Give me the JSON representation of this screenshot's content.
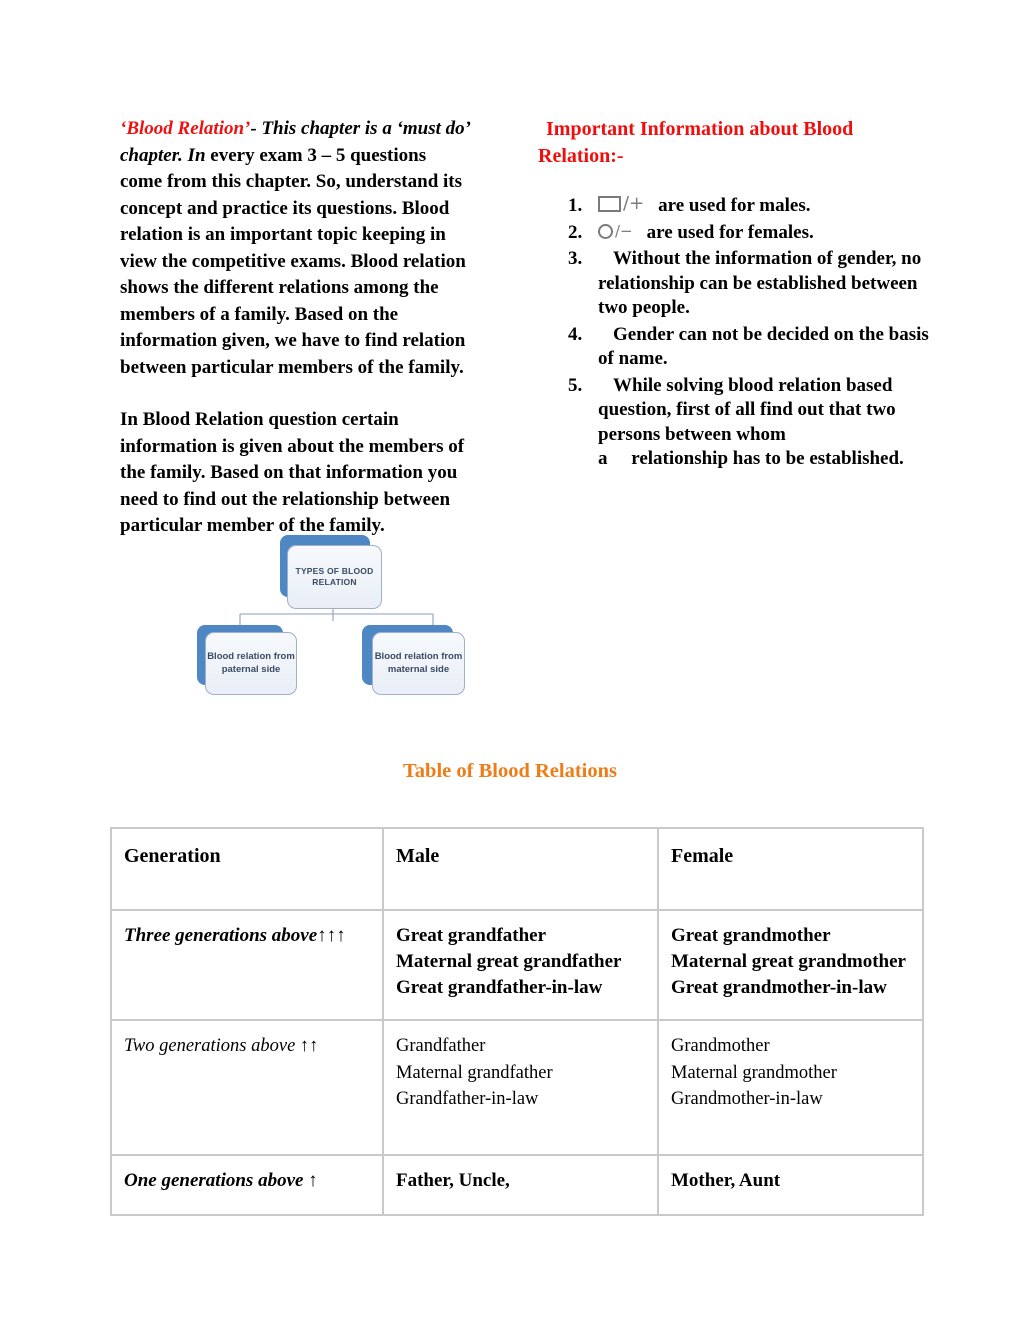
{
  "left_column": {
    "para1": {
      "red_intro": "‘Blood Relation’",
      "italic_part": "- This chapter is a ‘must do’ chapter. In",
      "rest": " every exam 3 – 5 questions come from this chapter. So, understand its concept and practice its questions. Blood relation is an important topic keeping in view the competitive exams. Blood relation shows the different relations among the members of a family. Based on the information given, we have to find relation between particular members of the family."
    },
    "para2": "In Blood Relation question certain information is given about the members of the family. Based on that information you need to find out the relationship between particular member of the family."
  },
  "right_column": {
    "heading": "Important Information about Blood Relation:-",
    "symbols": {
      "male": "□/+",
      "female": "○/−",
      "slash_plus": "/+",
      "slash_minus": "/−"
    },
    "items": [
      {
        "number": "1.",
        "text": "are used for males."
      },
      {
        "number": "2.",
        "text": "are used for females."
      },
      {
        "number": "3.",
        "text": "Without the information of gender, no relationship can be established between two people."
      },
      {
        "number": "4.",
        "text": "Gender can not be decided on the basis of name."
      },
      {
        "number": "5.",
        "text": "While solving blood relation based question, first of all find out that two persons between whom",
        "text2": "a     relationship has to be established."
      }
    ]
  },
  "diagram": {
    "root_label": "TYPES OF BLOOD RELATION",
    "child_left_label": "Blood relation from paternal side",
    "child_right_label": "Blood relation from maternal side"
  },
  "table_section": {
    "heading": "Table of Blood Relations",
    "headers": [
      "Generation",
      "Male",
      "Female"
    ],
    "rows": [
      {
        "generation": "Three generations above↑↑↑",
        "male_lines": [
          "Great grandfather",
          "Maternal great grandfather",
          "Great grandfather-in-law"
        ],
        "female_lines": [
          "Great grandmother",
          "Maternal great grandmother",
          "Great grandmother-in-law"
        ]
      },
      {
        "generation": "Two generations above ↑↑",
        "male_lines": [
          "Grandfather",
          "Maternal grandfather",
          "Grandfather-in-law"
        ],
        "female_lines": [
          "Grandmother",
          "Maternal grandmother",
          "Grandmother-in-law"
        ]
      },
      {
        "generation": "One generations above ↑",
        "male_lines": [
          "Father, Uncle,"
        ],
        "female_lines": [
          "Mother, Aunt"
        ]
      }
    ]
  },
  "colors": {
    "heading_red": "#f20d0d",
    "intro_red": "#ee1111",
    "orange": "#ee7c17",
    "diagram_blue": "#4e87c4",
    "table_border": "#c9c9c9",
    "symbol_gray": "#7b7b7b"
  }
}
